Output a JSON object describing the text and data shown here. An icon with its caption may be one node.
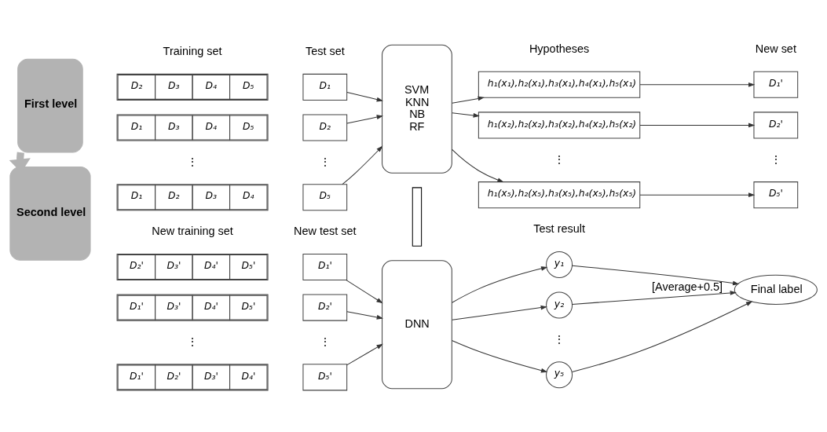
{
  "diagram": {
    "nodes": [
      {
        "text": [
          "First level"
        ]
      },
      {
        "text": [
          "D₂",
          "D₃",
          "D₄",
          "D₅"
        ]
      },
      {
        "text": [
          "D₁",
          "D₃",
          "D₄",
          "D₅"
        ]
      },
      {
        "text": [
          "D₁",
          "D₂",
          "D₃",
          "D₄"
        ]
      },
      {
        "text": [
          "D₁"
        ]
      },
      {
        "text": [
          "D₂"
        ]
      },
      {
        "text": [
          "D₅"
        ]
      },
      {
        "text": [
          "SVM",
          "KNN",
          "NB",
          "RF"
        ]
      },
      {
        "text": [
          "h₁(x₁),h₂(x₁),h₃(x₁),h₄(x₁),h₅(x₁)"
        ]
      },
      {
        "text": [
          "h₁(x₂),h₂(x₂),h₃(x₂),h₄(x₂),h₅(x₂)"
        ]
      },
      {
        "text": [
          "h₁(x₅),h₂(x₅),h₃(x₅),h₄(x₅),h₅(x₅)"
        ]
      },
      {
        "text": [
          "D₁'"
        ]
      },
      {
        "text": [
          "D₂'"
        ]
      },
      {
        "text": [
          "D₅'"
        ]
      },
      {
        "text": [],
        "shape": "bar"
      },
      {
        "text": [
          "Second level"
        ]
      },
      {
        "text": [
          "D₂'",
          "D₃'",
          "D₄'",
          "D₅'"
        ]
      },
      {
        "text": [
          "D₁'",
          "D₃'",
          "D₄'",
          "D₅'"
        ]
      },
      {
        "text": [
          "D₁'",
          "D₂'",
          "D₃'",
          "D₄'"
        ]
      },
      {
        "text": [
          "D₁'"
        ]
      },
      {
        "text": [
          "D₂'"
        ]
      },
      {
        "text": [
          "D₅'"
        ]
      },
      {
        "text": [
          "DNN"
        ]
      },
      {
        "text": [
          "y₁"
        ]
      },
      {
        "text": [
          "y₂"
        ]
      },
      {
        "text": [
          "y₅"
        ]
      },
      {
        "text": [
          "Final label"
        ]
      }
    ],
    "edges": [
      {
        "from": 0,
        "to": 15,
        "arrow": "to",
        "style": "thick",
        "color": "#b3b3b3"
      },
      {
        "from": 4,
        "to": 7,
        "arrow": "to"
      },
      {
        "from": 5,
        "to": 7,
        "arrow": "to"
      },
      {
        "from": 6,
        "to": 7,
        "arrow": "to"
      },
      {
        "from": 7,
        "to": 8,
        "arrow": "to"
      },
      {
        "from": 7,
        "to": 9,
        "arrow": "to"
      },
      {
        "from": 7,
        "to": 10,
        "arrow": "to"
      },
      {
        "from": 8,
        "to": 11,
        "arrow": "to"
      },
      {
        "from": 9,
        "to": 12,
        "arrow": "to"
      },
      {
        "from": 10,
        "to": 13,
        "arrow": "to"
      },
      {
        "from": 19,
        "to": 22,
        "arrow": "to"
      },
      {
        "from": 20,
        "to": 22,
        "arrow": "to"
      },
      {
        "from": 21,
        "to": 22,
        "arrow": "to"
      },
      {
        "from": 22,
        "to": 23,
        "arrow": "to"
      },
      {
        "from": 22,
        "to": 24,
        "arrow": "to"
      },
      {
        "from": 22,
        "to": 25,
        "arrow": "to"
      },
      {
        "from": 23,
        "to": 26,
        "arrow": "to"
      },
      {
        "from": 24,
        "to": 26,
        "arrow": "to",
        "label": "[Average+0.5]"
      },
      {
        "from": 25,
        "to": 26,
        "arrow": "to"
      }
    ],
    "labels": [
      "Training set",
      "Test set",
      "Hypotheses",
      "New set",
      "⋮",
      "⋮",
      "⋮",
      "⋮",
      "New training set",
      "New test set",
      "Test result",
      "⋮",
      "⋮",
      "⋮"
    ]
  }
}
